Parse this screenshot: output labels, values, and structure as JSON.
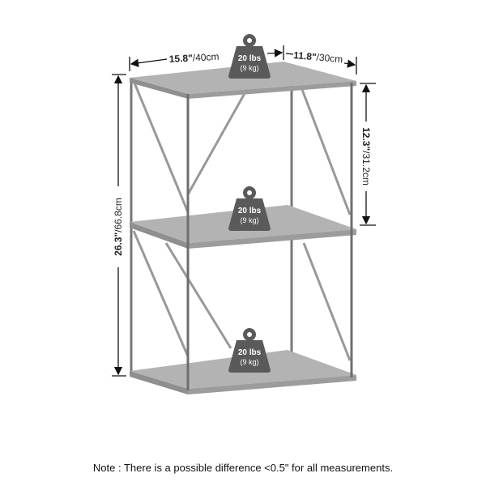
{
  "dimensions": {
    "width": {
      "bold": "15.8\"",
      "rest": "/40cm"
    },
    "depth": {
      "bold": "11.8\"",
      "rest": "/30cm"
    },
    "height": {
      "bold": "26.3\"",
      "rest": "/66.8cm"
    },
    "shelf_gap": {
      "bold": "12.3\"",
      "rest": "/31.2cm"
    }
  },
  "weights": [
    {
      "lbs": "20 lbs",
      "kg": "(9 kg)"
    },
    {
      "lbs": "20 lbs",
      "kg": "(9 kg)"
    },
    {
      "lbs": "20 lbs",
      "kg": "(9 kg)"
    }
  ],
  "note": "Note : There is a possible difference <0.5\" for all measurements.",
  "colors": {
    "shelf": "#a9a9a9",
    "frame": "#6e6e6e",
    "weight": "#5a5a5a"
  }
}
